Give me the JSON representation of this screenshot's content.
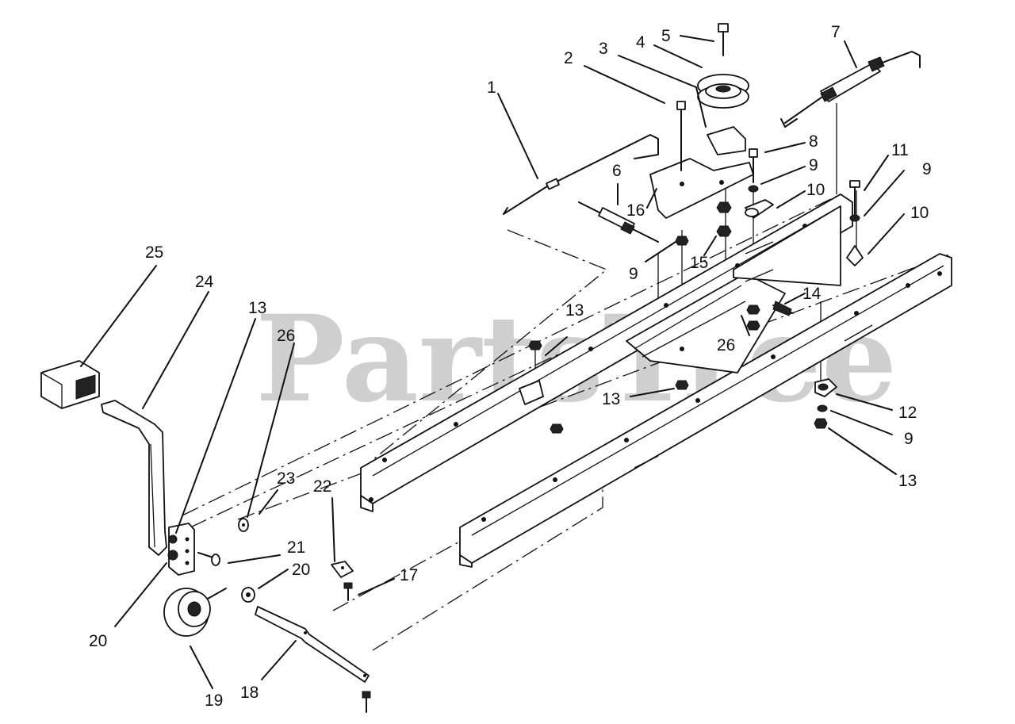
{
  "watermark": "PartsTree",
  "callouts": [
    "1",
    "2",
    "3",
    "4",
    "5",
    "6",
    "7",
    "8",
    "9",
    "9",
    "9",
    "9",
    "10",
    "10",
    "11",
    "12",
    "13",
    "13",
    "13",
    "13",
    "14",
    "15",
    "16",
    "17",
    "18",
    "19",
    "20",
    "20",
    "21",
    "22",
    "23",
    "24",
    "25",
    "26",
    "26"
  ]
}
